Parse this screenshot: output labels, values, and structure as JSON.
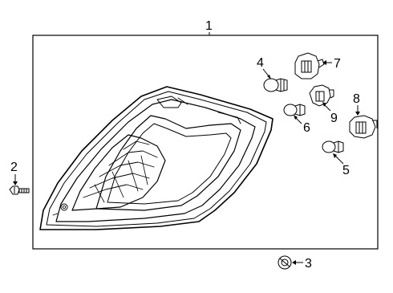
{
  "callouts": {
    "c1": "1",
    "c2": "2",
    "c3": "3",
    "c4": "4",
    "c5": "5",
    "c6": "6",
    "c7": "7",
    "c8": "8",
    "c9": "9"
  },
  "colors": {
    "line": "#000000",
    "background": "#ffffff"
  }
}
